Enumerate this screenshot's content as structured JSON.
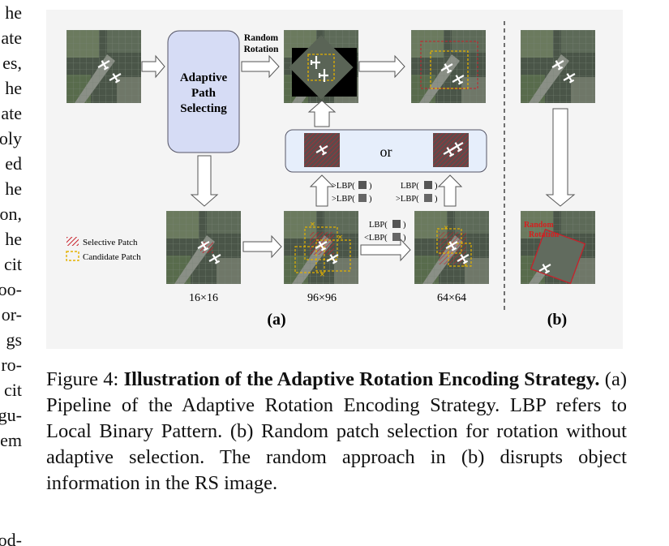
{
  "left_column_fragments": [
    "he",
    "ate",
    "es,",
    "he",
    "ate",
    "oly",
    "ed",
    "he",
    "on,",
    "he",
    "cit",
    "oo-",
    "or-",
    "gs",
    "ro-",
    "cit",
    "gu-",
    "em",
    "",
    "od-"
  ],
  "figure": {
    "adaptive_box_label": [
      "Adaptive",
      "Path",
      "Selecting"
    ],
    "random_rotation_label": [
      "Random",
      "Rotation"
    ],
    "or_label": "or",
    "lbp_left": [
      ">LBP(",
      ">LBP("
    ],
    "lbp_mid": [
      "LBP(",
      ">LBP("
    ],
    "lbp_bottom": [
      "LBP(",
      "<LBP("
    ],
    "close_paren": ")",
    "legend": {
      "selective": "Selective Patch",
      "candidate": "Candidate Patch"
    },
    "size_labels": [
      "16×16",
      "96×96",
      "64×64"
    ],
    "sub_a": "(a)",
    "sub_b": "(b)",
    "b_overlay_text": [
      "Random",
      "Rotation"
    ]
  },
  "caption": {
    "label": "Figure 4: ",
    "bold": "Illustration of the Adaptive Rotation Encoding Strategy.",
    "body": " (a) Pipeline of the Adaptive Rotation Encoding Strategy. LBP refers to Local Binary Pattern. (b) Random patch selection for rotation without adaptive selection. The random approach in (b) disrupts object information in the RS image."
  },
  "colors": {
    "panel_bg": "#f4f4f4",
    "adaptive_box_fill": "#d6dcf5",
    "or_box_fill": "#e6eefb",
    "selective_red": "#c8202a",
    "candidate_yellow": "#e3b100",
    "thumb_dark": "#3f4a3c"
  }
}
